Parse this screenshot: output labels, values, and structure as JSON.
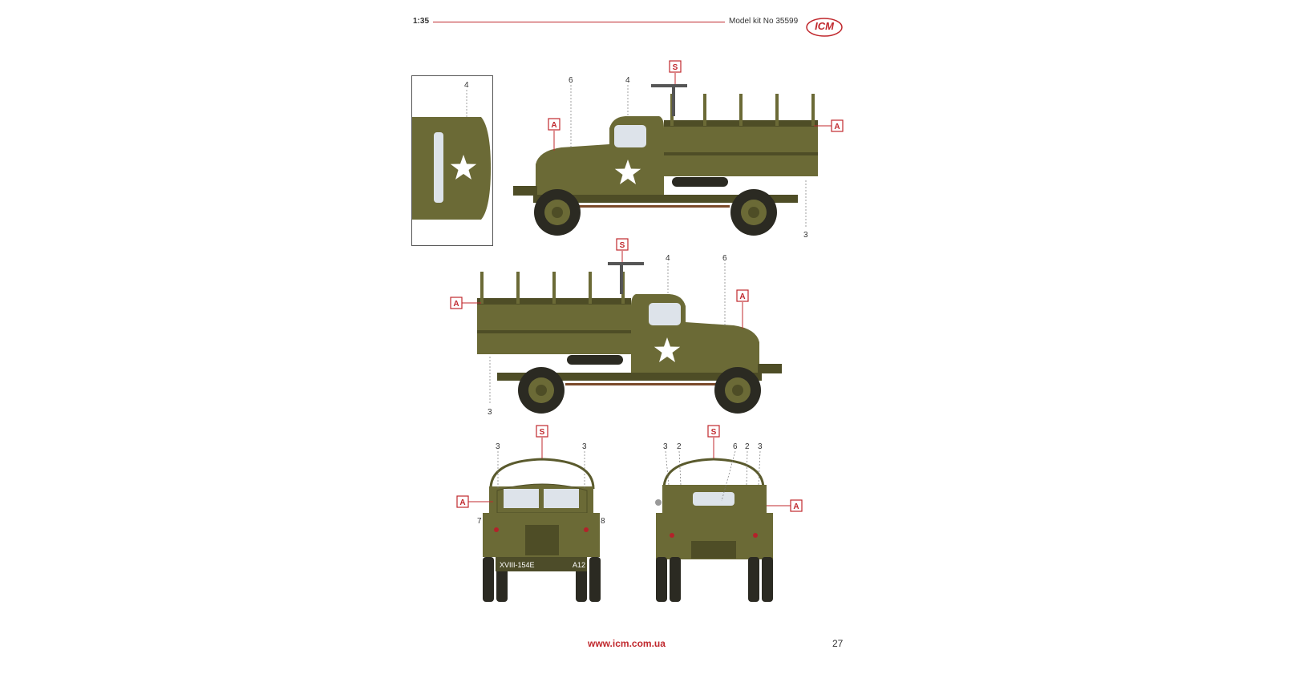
{
  "header": {
    "scale": "1:35",
    "kit_number": "Model kit No 35599",
    "logo": "ICM"
  },
  "footer": {
    "url": "www.icm.com.ua",
    "page": "27"
  },
  "callouts": {
    "inset": {
      "n4": "4"
    },
    "side_right": {
      "s": "S",
      "a1": "A",
      "a2": "A",
      "n6": "6",
      "n4": "4",
      "n3": "3"
    },
    "side_left": {
      "s": "S",
      "a1": "A",
      "a2": "A",
      "n4": "4",
      "n6": "6",
      "n3": "3"
    },
    "front": {
      "s": "S",
      "a": "A",
      "n3a": "3",
      "n3b": "3",
      "n7": "7",
      "n8": "8",
      "plate_left": "XVIII-154E",
      "plate_right": "A12"
    },
    "rear": {
      "s": "S",
      "a": "A",
      "n3a": "3",
      "n2a": "2",
      "n6": "6",
      "n2b": "2",
      "n3b": "3"
    }
  },
  "colors": {
    "accent": "#c0282d",
    "olive": "#6b6a36"
  }
}
